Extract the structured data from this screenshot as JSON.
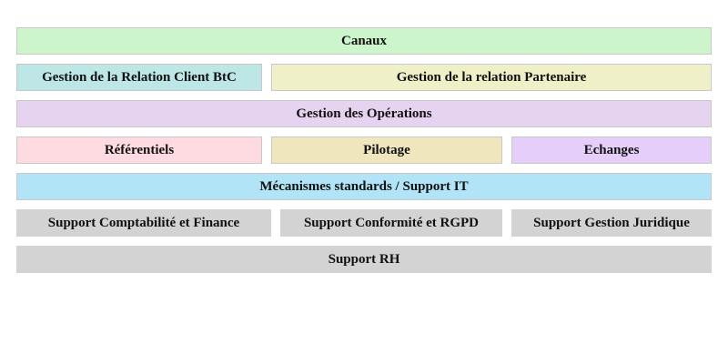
{
  "blocks": {
    "canaux": {
      "label": "Canaux",
      "color": "#cdf5cb"
    },
    "grc": {
      "label": "Gestion de la Relation Client BtC",
      "color": "#bde6e6"
    },
    "partenaire": {
      "label": "Gestion de la relation Partenaire",
      "color": "#eff0c8"
    },
    "operations": {
      "label": "Gestion des Opérations",
      "color": "#e6d3f0"
    },
    "referentiels": {
      "label": "Référentiels",
      "color": "#fddbe1"
    },
    "pilotage": {
      "label": "Pilotage",
      "color": "#efe6bd"
    },
    "echanges": {
      "label": "Echanges",
      "color": "#e6cefa"
    },
    "mecanismes": {
      "label": "Mécanismes standards / Support IT",
      "color": "#b1e4f7"
    },
    "compta": {
      "label": "Support Comptabilité et Finance",
      "color": "#d3d3d3"
    },
    "conformite": {
      "label": "Support Conformité et RGPD",
      "color": "#d3d3d3"
    },
    "juridique": {
      "label": "Support Gestion Juridique",
      "color": "#d3d3d3"
    },
    "rh": {
      "label": "Support RH",
      "color": "#d3d3d3"
    }
  }
}
